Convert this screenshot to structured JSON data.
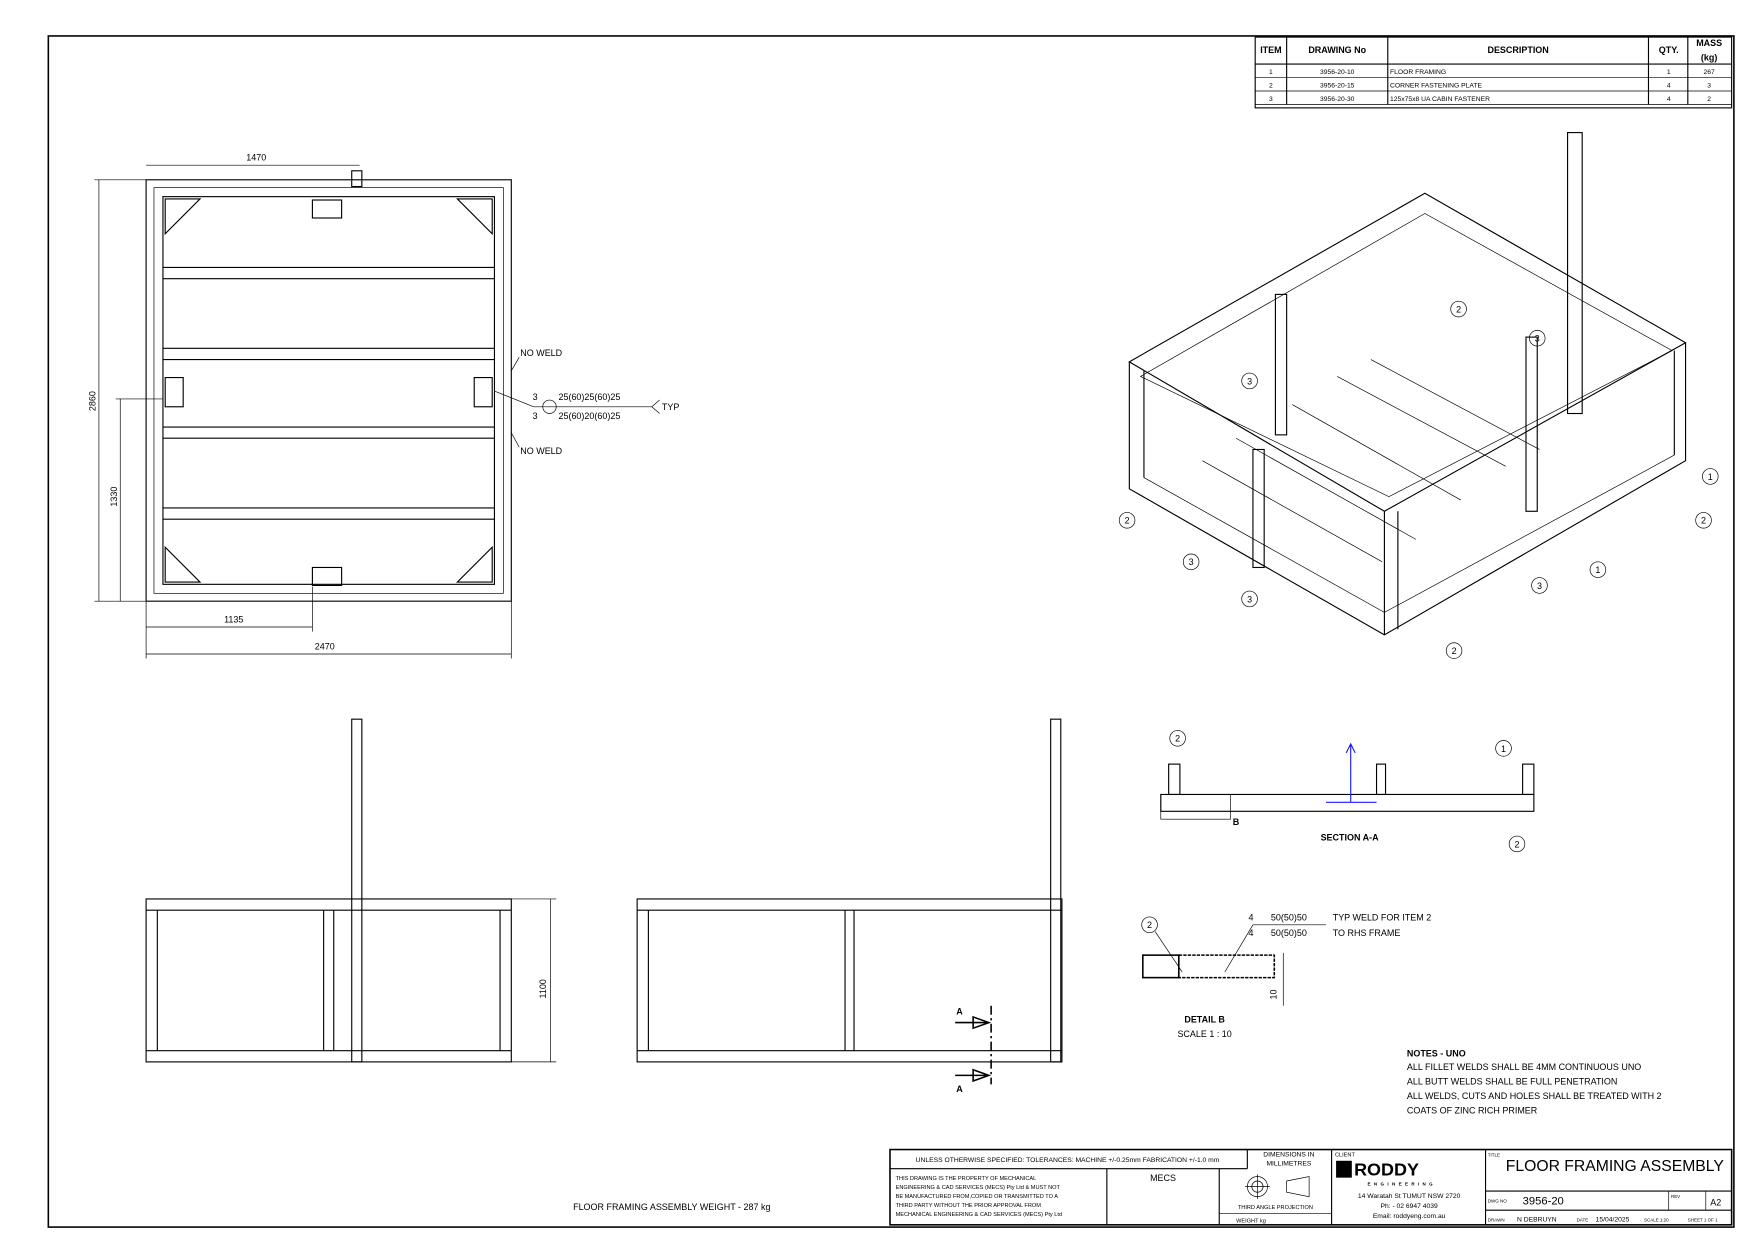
{
  "bom": {
    "headers": [
      "ITEM",
      "DRAWING No",
      "DESCRIPTION",
      "QTY.",
      "MASS",
      "(kg)"
    ],
    "rows": [
      {
        "item": "1",
        "drawing_no": "3956-20-10",
        "description": "FLOOR FRAMING",
        "qty": "1",
        "mass": "267"
      },
      {
        "item": "2",
        "drawing_no": "3956-20-15",
        "description": "CORNER FASTENING PLATE",
        "qty": "4",
        "mass": "3"
      },
      {
        "item": "3",
        "drawing_no": "3956-20-30",
        "description": "125x75x8 UA CABIN FASTENER",
        "qty": "4",
        "mass": "2"
      }
    ]
  },
  "plan_view": {
    "dims": {
      "top": "1470",
      "left_total": "2860",
      "left_partial": "1330",
      "bottom_partial": "1135",
      "bottom_total": "2470"
    },
    "weld": {
      "no_weld_top": "NO WELD",
      "no_weld_bottom": "NO WELD",
      "size_top": "3",
      "size_bottom": "3",
      "spec_top": "25(60)25(60)25",
      "spec_bottom": "25(60)20(60)25",
      "tail": "TYP"
    }
  },
  "elevation": {
    "height_dim": "1100",
    "section_mark": "A"
  },
  "iso_balloons": [
    "2",
    "3",
    "3",
    "3",
    "1",
    "2",
    "2",
    "3",
    "1",
    "3",
    "2"
  ],
  "section_aa": {
    "title": "SECTION A-A",
    "balloons": [
      "2",
      "1",
      "2"
    ],
    "detail_ref": "B"
  },
  "detail_b": {
    "title": "DETAIL B",
    "scale": "SCALE 1 : 10",
    "balloon": "2",
    "weld_size": "4",
    "weld_spec": "50(50)50",
    "note_line1": "TYP WELD FOR ITEM 2",
    "note_line2": "TO RHS FRAME",
    "dim": "10"
  },
  "notes": {
    "title": "NOTES - UNO",
    "lines": [
      "ALL FILLET WELDS SHALL BE 4MM CONTINUOUS UNO",
      "ALL BUTT WELDS SHALL BE FULL PENETRATION",
      "ALL WELDS, CUTS AND HOLES SHALL BE TREATED WITH 2",
      "COATS OF ZINC RICH PRIMER"
    ]
  },
  "weight_text": "FLOOR FRAMING ASSEMBLY WEIGHT -   287 kg",
  "title_block": {
    "tolerances": "UNLESS OTHERWISE SPECIFIED: TOLERANCES: MACHINE +/-0.25mm  FABRICATION +/-1.0 mm",
    "dimensions": [
      "DIMENSIONS IN",
      "MILLIMETRES"
    ],
    "property": [
      "THIS DRAWING IS THE PROPERTY OF MECHANICAL",
      "ENGINEERING & CAD SERVICES (MECS) Pty Ltd & MUST NOT",
      "BE MANUFACTURED FROM,COPIED OR TRANSMITTED TO A",
      "THIRD PARTY WITHOUT THE PRIOR APPROVAL FROM",
      "MECHANICAL ENGINEERING & CAD SERVICES (MECS) Pty Ltd"
    ],
    "mecs": "MECS",
    "projection": "THIRD ANGLE PROJECTION",
    "weight_label": "WEIGHT  kg",
    "client_label": "CLIENT",
    "client_logo": "RODDY",
    "client_logo_sub": "ENGINEERING",
    "client_address": "14 Waratah St TUMUT NSW 2720",
    "client_phone": "Ph: - 02 6947 4039",
    "client_email": "Email: roddyeng.com.au",
    "title_label": "TITLE",
    "title": "FLOOR FRAMING ASSEMBLY",
    "dwg_label": "DWG NO",
    "dwg_no": "3956-20",
    "rev_label": "REV",
    "rev": "A2",
    "drawn_label": "DRAWN",
    "drawn_by": "N DEBRUYN",
    "date_label": "DATE",
    "date": "15/04/2025",
    "scale": "SCALE 1:20",
    "sheet": "SHEET 1 OF 1"
  }
}
